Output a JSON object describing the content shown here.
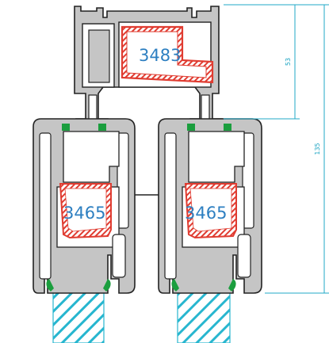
{
  "profiles": {
    "frame_part_number": "3483",
    "left_sash_part_number": "3465",
    "right_sash_part_number": "3465"
  },
  "dimensions": {
    "upper_value": "53",
    "overall_value": "135"
  },
  "colors": {
    "profile_fill": "#c5c5c5",
    "profile_outline": "#222222",
    "reinforcement": "#e03c31",
    "gasket": "#1b9e3e",
    "glass_hatch": "#27b6cf",
    "dimension_line": "#21a9c7",
    "label_text": "#2d7fc1"
  }
}
